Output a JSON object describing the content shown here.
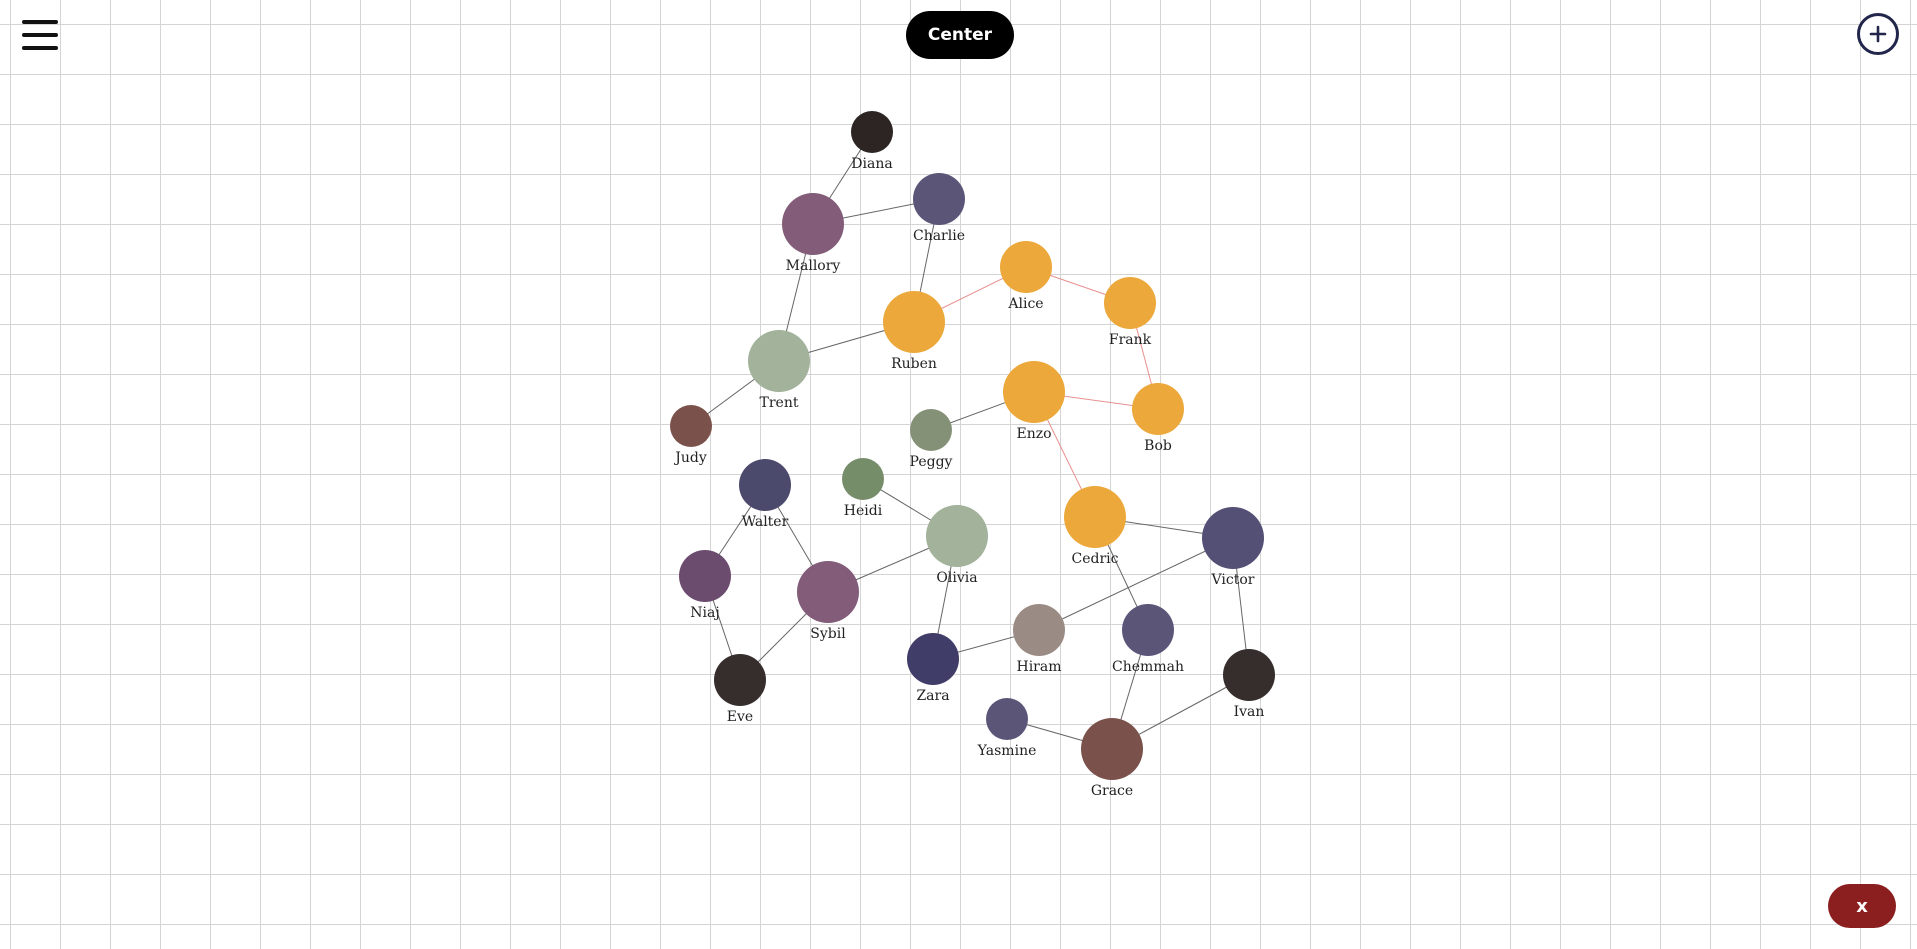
{
  "toolbar": {
    "menu_icon": "hamburger-menu-icon",
    "center_label": "Center",
    "add_icon": "plus-circle-icon",
    "close_label": "x"
  },
  "colors": {
    "highlight": "#eca83a",
    "highlight_edge": "#e89090",
    "edge": "#666666",
    "close_button": "#8b1e1e"
  },
  "nodes": [
    {
      "id": "diana",
      "label": "Diana",
      "color": "#2d2424",
      "highlighted": false
    },
    {
      "id": "mallory",
      "label": "Mallory",
      "color": "#825c79",
      "highlighted": false
    },
    {
      "id": "charlie",
      "label": "Charlie",
      "color": "#5b5578",
      "highlighted": false
    },
    {
      "id": "alice",
      "label": "Alice",
      "color": "#eca83a",
      "highlighted": true
    },
    {
      "id": "frank",
      "label": "Frank",
      "color": "#eca83a",
      "highlighted": true
    },
    {
      "id": "ruben",
      "label": "Ruben",
      "color": "#eca83a",
      "highlighted": true
    },
    {
      "id": "trent",
      "label": "Trent",
      "color": "#a3b29b",
      "highlighted": false
    },
    {
      "id": "enzo",
      "label": "Enzo",
      "color": "#eca83a",
      "highlighted": true
    },
    {
      "id": "bob",
      "label": "Bob",
      "color": "#eca83a",
      "highlighted": true
    },
    {
      "id": "judy",
      "label": "Judy",
      "color": "#7a524b",
      "highlighted": false
    },
    {
      "id": "peggy",
      "label": "Peggy",
      "color": "#849177",
      "highlighted": false
    },
    {
      "id": "heidi",
      "label": "Heidi",
      "color": "#768d6a",
      "highlighted": false
    },
    {
      "id": "walter",
      "label": "Walter",
      "color": "#4b4a6c",
      "highlighted": false
    },
    {
      "id": "olivia",
      "label": "Olivia",
      "color": "#a3b29b",
      "highlighted": false
    },
    {
      "id": "cedric",
      "label": "Cedric",
      "color": "#eca83a",
      "highlighted": true
    },
    {
      "id": "victor",
      "label": "Victor",
      "color": "#544f74",
      "highlighted": false
    },
    {
      "id": "niaj",
      "label": "Niaj",
      "color": "#6c4c6e",
      "highlighted": false
    },
    {
      "id": "sybil",
      "label": "Sybil",
      "color": "#825c79",
      "highlighted": false
    },
    {
      "id": "hiram",
      "label": "Hiram",
      "color": "#9b8b85",
      "highlighted": false
    },
    {
      "id": "chemmah",
      "label": "Chemmah",
      "color": "#5b5578",
      "highlighted": false
    },
    {
      "id": "zara",
      "label": "Zara",
      "color": "#403d68",
      "highlighted": false
    },
    {
      "id": "eve",
      "label": "Eve",
      "color": "#362e2c",
      "highlighted": false
    },
    {
      "id": "ivan",
      "label": "Ivan",
      "color": "#362e2c",
      "highlighted": false
    },
    {
      "id": "yasmine",
      "label": "Yasmine",
      "color": "#5b5578",
      "highlighted": false
    },
    {
      "id": "grace",
      "label": "Grace",
      "color": "#7a524b",
      "highlighted": false
    }
  ],
  "edges": [
    {
      "from": "diana",
      "to": "mallory",
      "highlighted": false
    },
    {
      "from": "mallory",
      "to": "charlie",
      "highlighted": false
    },
    {
      "from": "mallory",
      "to": "trent",
      "highlighted": false
    },
    {
      "from": "charlie",
      "to": "ruben",
      "highlighted": false
    },
    {
      "from": "ruben",
      "to": "trent",
      "highlighted": false
    },
    {
      "from": "ruben",
      "to": "alice",
      "highlighted": true
    },
    {
      "from": "alice",
      "to": "frank",
      "highlighted": true
    },
    {
      "from": "frank",
      "to": "bob",
      "highlighted": true
    },
    {
      "from": "bob",
      "to": "enzo",
      "highlighted": true
    },
    {
      "from": "enzo",
      "to": "cedric",
      "highlighted": true
    },
    {
      "from": "enzo",
      "to": "peggy",
      "highlighted": false
    },
    {
      "from": "trent",
      "to": "judy",
      "highlighted": false
    },
    {
      "from": "heidi",
      "to": "olivia",
      "highlighted": false
    },
    {
      "from": "olivia",
      "to": "sybil",
      "highlighted": false
    },
    {
      "from": "olivia",
      "to": "zara",
      "highlighted": false
    },
    {
      "from": "walter",
      "to": "niaj",
      "highlighted": false
    },
    {
      "from": "walter",
      "to": "sybil",
      "highlighted": false
    },
    {
      "from": "niaj",
      "to": "eve",
      "highlighted": false
    },
    {
      "from": "sybil",
      "to": "eve",
      "highlighted": false
    },
    {
      "from": "zara",
      "to": "hiram",
      "highlighted": false
    },
    {
      "from": "hiram",
      "to": "victor",
      "highlighted": false
    },
    {
      "from": "cedric",
      "to": "victor",
      "highlighted": false
    },
    {
      "from": "cedric",
      "to": "chemmah",
      "highlighted": false
    },
    {
      "from": "victor",
      "to": "ivan",
      "highlighted": false
    },
    {
      "from": "chemmah",
      "to": "grace",
      "highlighted": false
    },
    {
      "from": "ivan",
      "to": "grace",
      "highlighted": false
    },
    {
      "from": "yasmine",
      "to": "grace",
      "highlighted": false
    }
  ]
}
